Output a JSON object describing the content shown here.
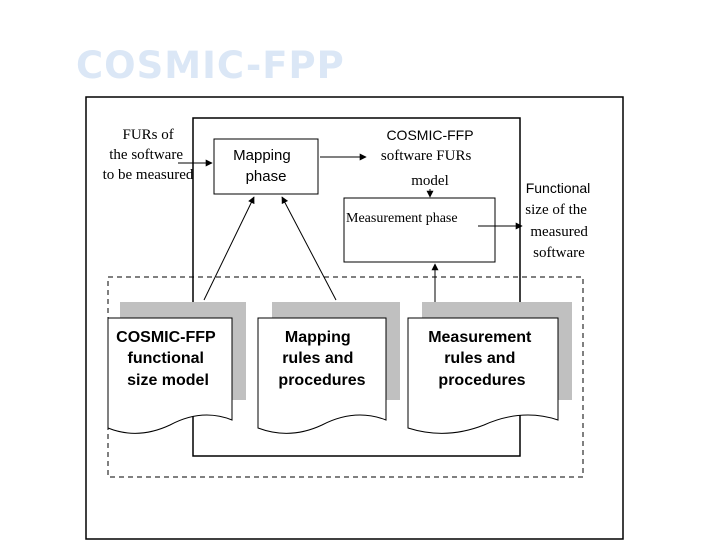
{
  "slide": {
    "title": "COSMIC-FPP"
  },
  "diagram": {
    "fur_input": [
      "FURs of",
      "the software",
      "to be measured"
    ],
    "mapping_phase": [
      "Mapping",
      "phase"
    ],
    "fur_model": [
      "COSMIC-FFP",
      "software FURs",
      "model"
    ],
    "measurement_phase": "Measurement phase",
    "functional_size": [
      "Functional",
      "size of the",
      "measured",
      "software"
    ],
    "documents": {
      "size_model": [
        "COSMIC-FFP",
        "functional",
        "size model"
      ],
      "mapping_rules": [
        "Mapping",
        "rules and",
        "procedures"
      ],
      "measurement_rules": [
        "Measurement",
        "rules and",
        "procedures"
      ]
    }
  },
  "colors": {
    "title": "#dbe7f6",
    "shadow": "#c0c0c0",
    "line": "#000000"
  }
}
